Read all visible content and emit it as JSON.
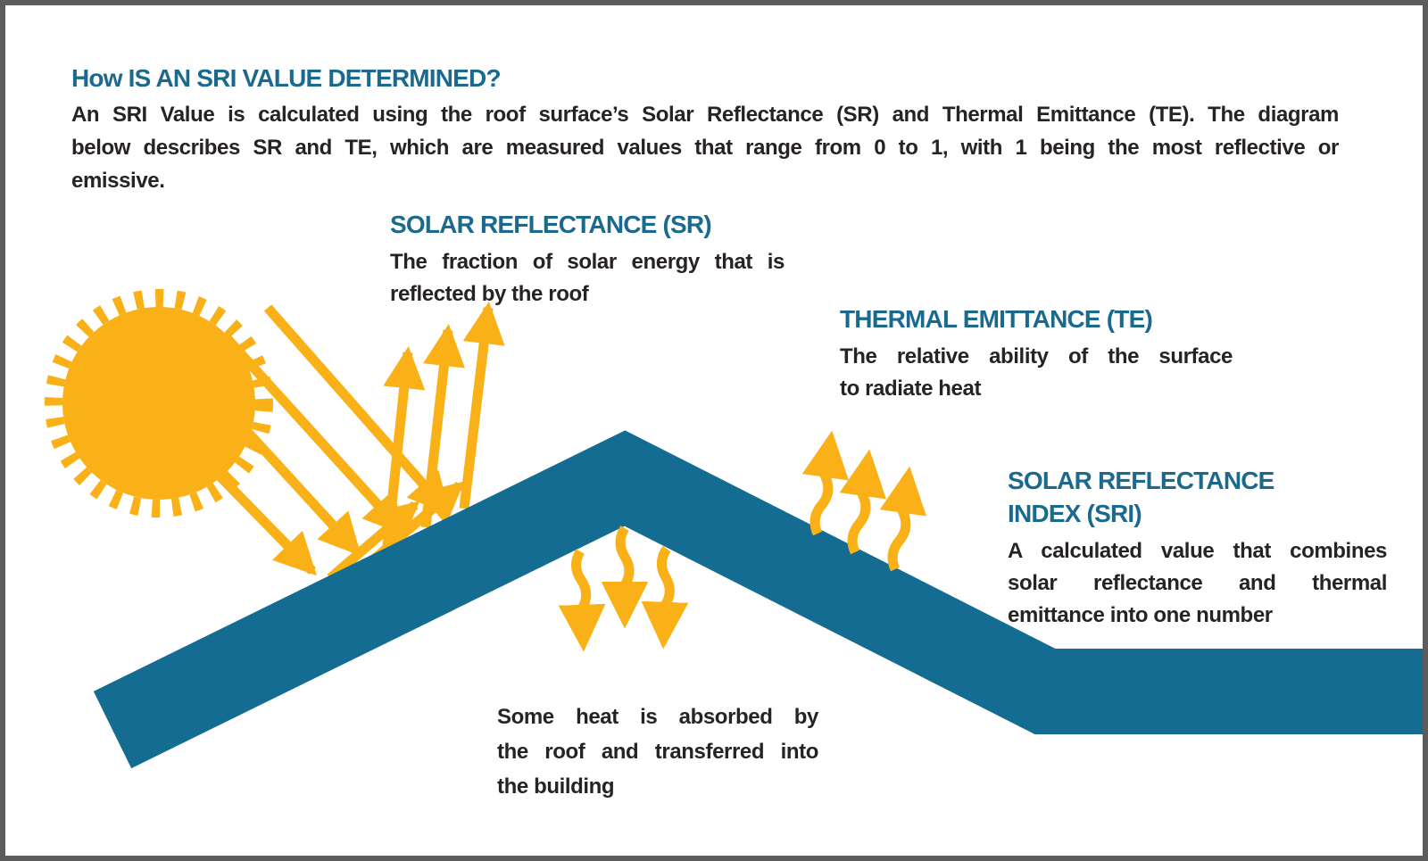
{
  "header": {
    "title": "How IS AN SRI VALUE DETERMINED?",
    "body_lines": [
      "An SRI Value is calculated using the roof surface’s Solar Reflectance (SR) and Thermal Emittance (TE). The diagram",
      "below describes SR and TE, which are measured values that range from 0 to 1, with 1 being the most reflective or",
      "emissive."
    ]
  },
  "sections": {
    "solar_reflectance": {
      "title": "SOLAR REFLECTANCE (SR)",
      "desc_lines": [
        "The fraction of solar energy that is",
        "reflected by the roof"
      ]
    },
    "thermal_emittance": {
      "title": "THERMAL EMITTANCE (TE)",
      "desc_lines": [
        "The relative ability of the surface",
        "to radiate heat"
      ]
    },
    "solar_reflectance_index": {
      "title_lines": [
        "SOLAR REFLECTANCE",
        "INDEX (SRI)"
      ],
      "desc_lines": [
        "A calculated value that combines",
        "solar reflectance and thermal",
        "emittance into one number"
      ]
    },
    "absorbed_heat": {
      "lines": [
        "Some heat is absorbed by",
        "the roof and transferred into",
        "the building"
      ]
    }
  },
  "icons": {
    "sun": "sun-icon",
    "incident_rays": "sun-ray-arrows",
    "reflected_rays": "reflected-ray-arrows",
    "thermal_waves": "thermal-emittance-wavy-arrows",
    "absorbed_waves": "absorbed-heat-wavy-arrows",
    "roof": "roof-shape"
  },
  "colors": {
    "teal_roof": "#156c92",
    "teal_heading": "#1b6a8e",
    "yellow": "#f9b117",
    "text_dark": "#272324",
    "border_gray": "#5c5c5c",
    "background": "#ffffff"
  }
}
